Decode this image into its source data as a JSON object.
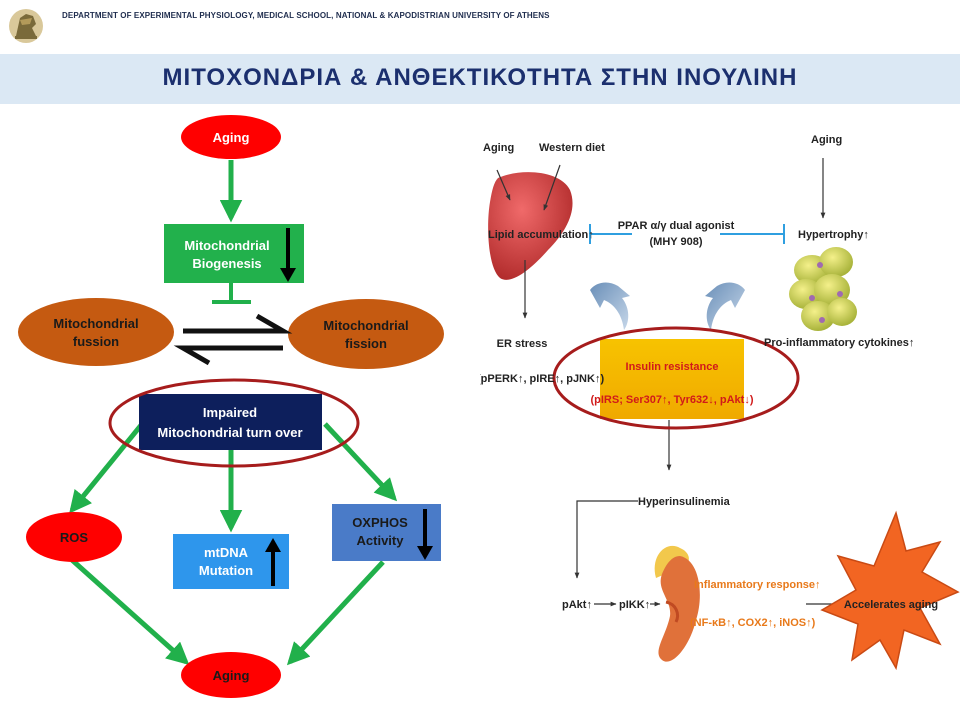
{
  "header": {
    "department": "DEPARTMENT OF EXPERIMENTAL PHYSIOLOGY, MEDICAL SCHOOL, NATIONAL & KAPODISTRIAN UNIVERSITY OF ATHENS",
    "title": "ΜΙΤΟΧΟΝΔΡΙΑ  &  ΑΝΘΕΚΤΙΚΟΤΗΤΑ  ΣΤΗΝ  ΙΝΟΥΛΙΝΗ"
  },
  "left_diagram": {
    "aging_top": "Aging",
    "biogenesis_line1": "Mitochondrial",
    "biogenesis_line2": "Biogenesis",
    "fussion_line1": "Mitochondrial",
    "fussion_line2": "fussion",
    "fission_line1": "Mitochondrial",
    "fission_line2": "fission",
    "impaired_line1": "Impaired",
    "impaired_line2": "Mitochondrial turn over",
    "ros": "ROS",
    "mtdna_line1": "mtDNA",
    "mtdna_line2": "Mutation",
    "oxphos_line1": "OXPHOS",
    "oxphos_line2": "Activity",
    "aging_bottom": "Aging"
  },
  "right_diagram": {
    "aging_left": "Aging",
    "western_diet": "Western diet",
    "aging_right": "Aging",
    "lipid_accumulation": "Lipid accumulation↑",
    "ppar_line1": "PPAR α/γ dual agonist",
    "ppar_line2": "(MHY 908)",
    "hypertrophy": "Hypertrophy↑",
    "er_stress": "ER stress",
    "er_markers": "(pPERK↑, pIRE↑, pJNK↑)",
    "insulin_resistance": "Insulin resistance",
    "insulin_markers": "(pIRS; Ser307↑, Tyr632↓, pAkt↓)",
    "pro_inflammatory": "Pro-inflammatory cytokines↑",
    "hyperinsulinemia": "Hyperinsulinemia",
    "pakt": "pAkt↑",
    "pikk": "pIKK↑",
    "inflammatory_response": "Inflammatory response↑",
    "inflammatory_markers": "(NF-κB↑, COX2↑, iNOS↑)",
    "accelerates_aging": "Accelerates aging"
  },
  "colors": {
    "title_band": "#dbe8f4",
    "title_text": "#1b2f6e",
    "red_node": "#ff0000",
    "green_box": "#22b14c",
    "orange_ellipse": "#c55a11",
    "navy_box": "#0d1f5c",
    "blue_box": "#2e96ec",
    "steel_box": "#4a7bc8",
    "green_arrow": "#21b04b",
    "highlight_ellipse": "#a61c1c",
    "insulin_box": "#f7c300",
    "star": "#f26522"
  }
}
